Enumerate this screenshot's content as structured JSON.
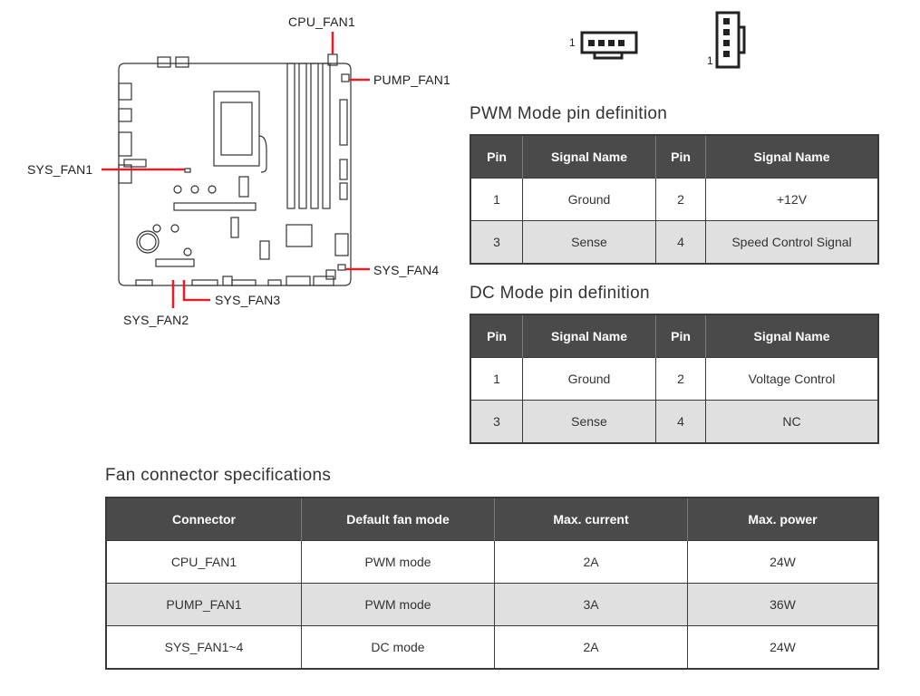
{
  "diagram": {
    "labels": {
      "cpu_fan1": "CPU_FAN1",
      "pump_fan1": "PUMP_FAN1",
      "sys_fan1": "SYS_FAN1",
      "sys_fan2": "SYS_FAN2",
      "sys_fan3": "SYS_FAN3",
      "sys_fan4": "SYS_FAN4"
    },
    "accent_color": "#e0202a",
    "pin_one_horizontal": "1",
    "pin_one_vertical": "1"
  },
  "pwm": {
    "title": "PWM Mode pin definition",
    "headers": [
      "Pin",
      "Signal Name",
      "Pin",
      "Signal Name"
    ],
    "rows": [
      [
        "1",
        "Ground",
        "2",
        "+12V"
      ],
      [
        "3",
        "Sense",
        "4",
        "Speed Control Signal"
      ]
    ]
  },
  "dc": {
    "title": "DC Mode pin definition",
    "headers": [
      "Pin",
      "Signal Name",
      "Pin",
      "Signal Name"
    ],
    "rows": [
      [
        "1",
        "Ground",
        "2",
        "Voltage Control"
      ],
      [
        "3",
        "Sense",
        "4",
        "NC"
      ]
    ]
  },
  "fan_specs": {
    "title": "Fan connector specifications",
    "headers": [
      "Connector",
      "Default fan mode",
      "Max. current",
      "Max. power"
    ],
    "rows": [
      [
        "CPU_FAN1",
        "PWM mode",
        "2A",
        "24W"
      ],
      [
        "PUMP_FAN1",
        "PWM mode",
        "3A",
        "36W"
      ],
      [
        "SYS_FAN1~4",
        "DC mode",
        "2A",
        "24W"
      ]
    ]
  }
}
